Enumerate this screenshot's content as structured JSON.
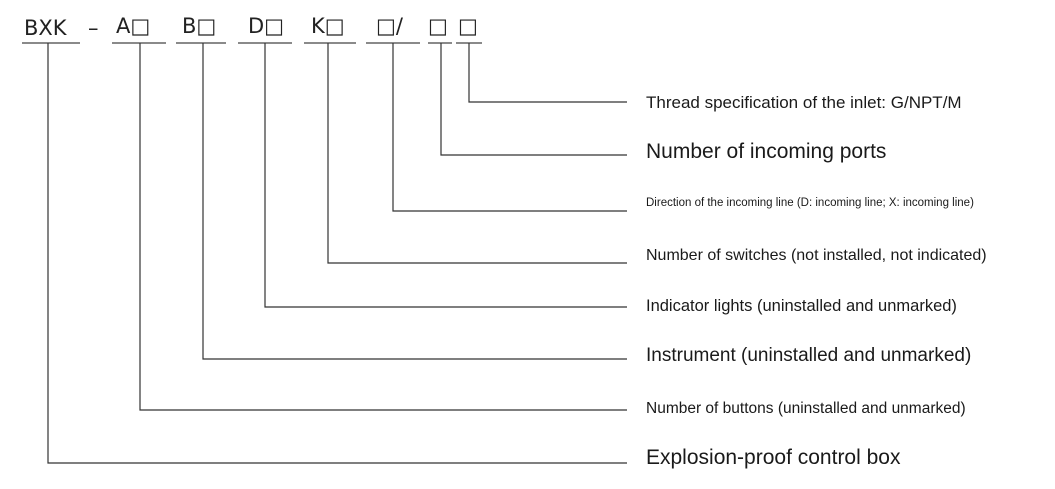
{
  "code_segments": [
    {
      "text": "BXK"
    },
    {
      "text": "–"
    },
    {
      "text": "A□"
    },
    {
      "text": "B□"
    },
    {
      "text": "D□"
    },
    {
      "text": "K□"
    },
    {
      "text": "□/"
    },
    {
      "text": "□"
    },
    {
      "text": "□"
    }
  ],
  "descriptions": [
    "Thread specification of the inlet: G/NPT/M",
    "Number of incoming ports",
    "Direction of the incoming line (D: incoming line; X: incoming line)",
    "Number of switches (not installed, not indicated)",
    "Indicator lights (uninstalled and unmarked)",
    "Instrument (uninstalled and unmarked)",
    "Number of buttons (uninstalled and unmarked)",
    "Explosion-proof control box"
  ]
}
